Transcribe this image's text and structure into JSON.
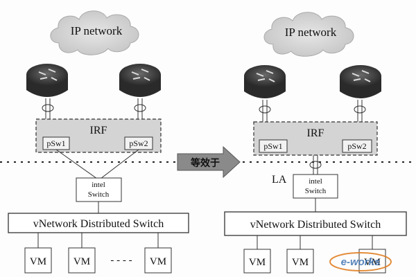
{
  "left": {
    "cloud_label": "IP network",
    "irf_label": "IRF",
    "psw1_label": "pSw1",
    "psw2_label": "pSw2",
    "switch_line1": "intel",
    "switch_line2": "Switch",
    "vds_label": "vNetwork Distributed Switch",
    "vm_labels": [
      "VM",
      "VM",
      "VM"
    ],
    "ellipsis": "- - - -"
  },
  "right": {
    "cloud_label": "IP network",
    "irf_label": "IRF",
    "psw1_label": "pSw1",
    "psw2_label": "pSw2",
    "la_label": "LA",
    "switch_line1": "intel",
    "switch_line2": "Switch",
    "vds_label": "vNetwork Distributed Switch",
    "vm_labels": [
      "VM",
      "VM",
      "VM"
    ]
  },
  "arrow_label": "等效于",
  "watermark": "e-works",
  "colors": {
    "router_body": "#3a3a3a",
    "cloud_fill": "#d8d8d8",
    "irf_fill": "#d4d4d4",
    "arrow_fill": "#8a8a8a",
    "watermark_orange": "#e07a1a",
    "watermark_blue": "#3a6fb0"
  }
}
